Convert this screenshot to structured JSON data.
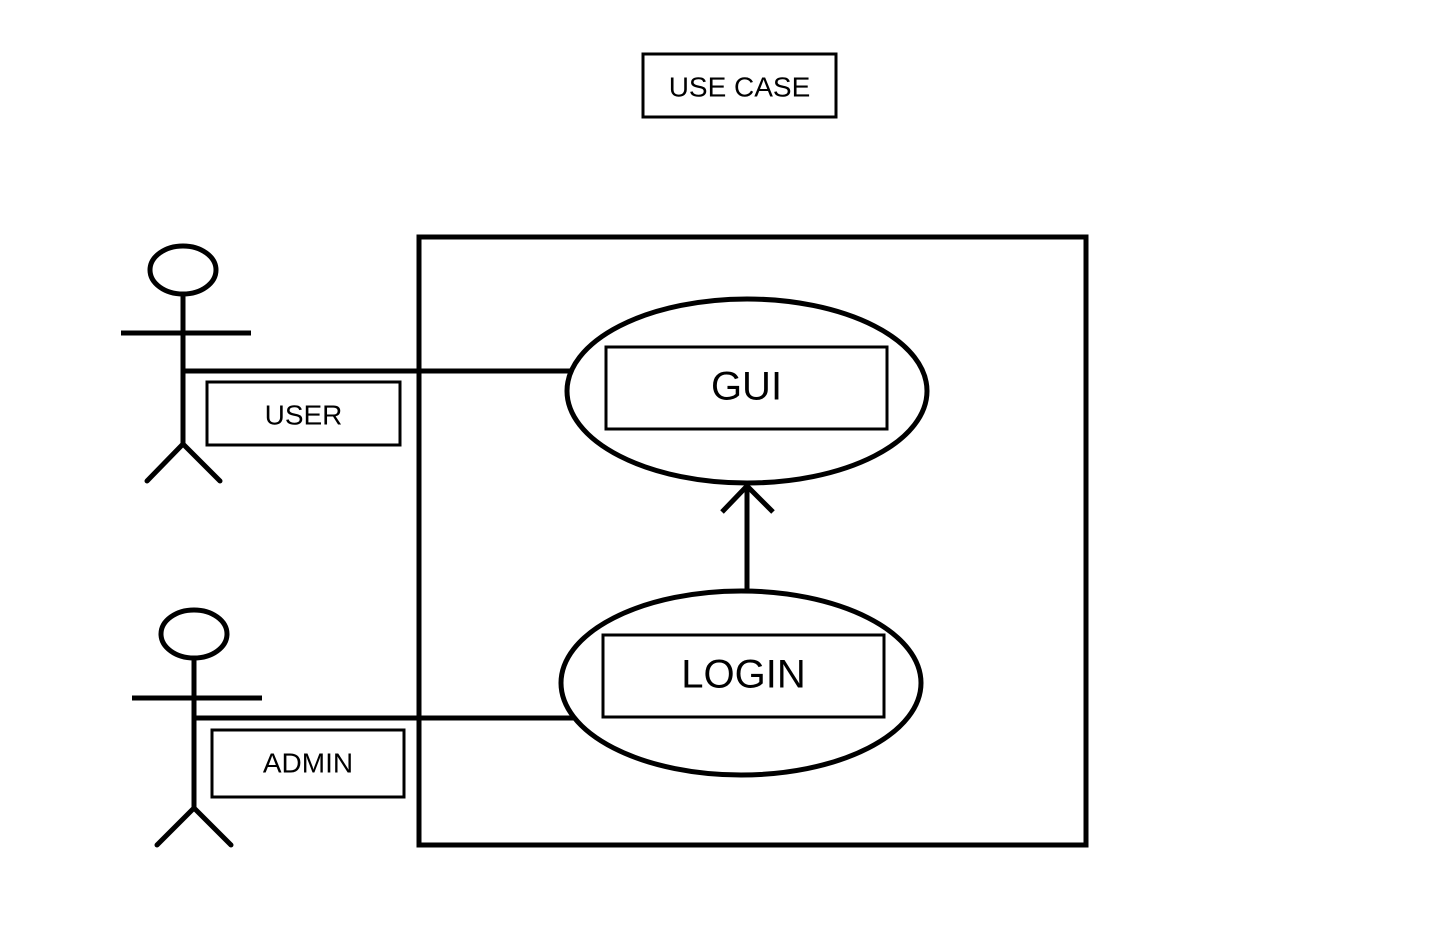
{
  "diagram": {
    "title": "USE CASE",
    "actors": [
      {
        "label": "USER"
      },
      {
        "label": "ADMIN"
      }
    ],
    "use_cases": [
      {
        "label": "GUI"
      },
      {
        "label": "LOGIN"
      }
    ],
    "colors": {
      "stroke": "#000000",
      "background": "#ffffff"
    }
  }
}
